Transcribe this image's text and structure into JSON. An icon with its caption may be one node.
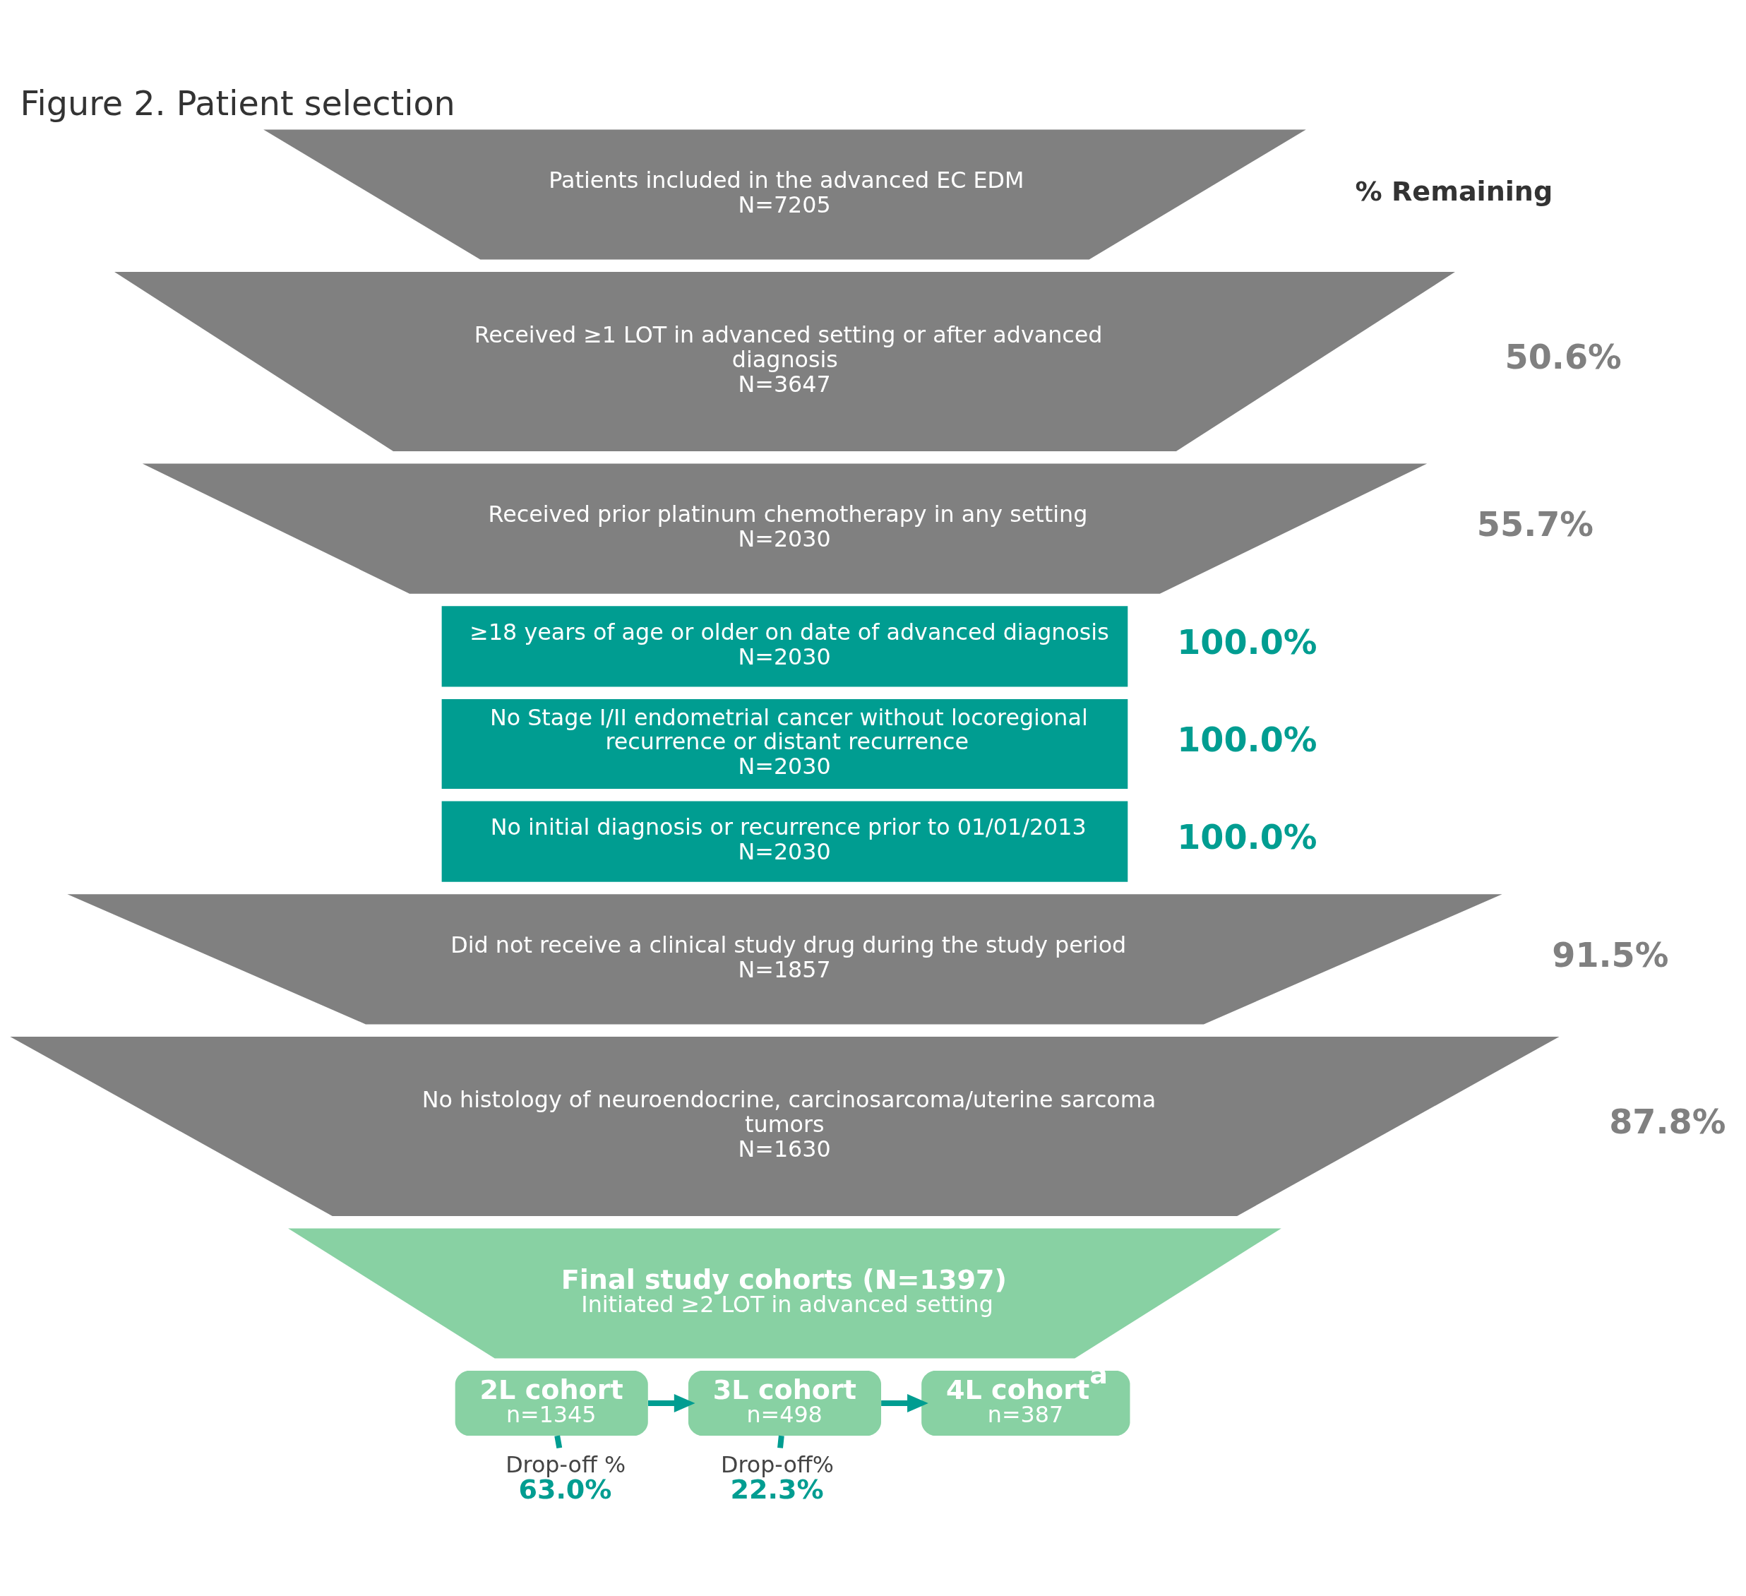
{
  "diagram": {
    "title": "Figure 2. Patient selection",
    "nodes": [
      {
        "text": [
          "Patients included in the advanced EC EDM",
          "N=7205"
        ]
      },
      {
        "text": [
          "Received ≥1 LOT in advanced setting or after advanced diagnosis",
          "N=3647"
        ],
        "beside": [
          "50.6%"
        ]
      },
      {
        "text": [
          "Received prior platinum chemotherapy in any setting",
          "N=2030"
        ],
        "beside": [
          "55.7%"
        ]
      },
      {
        "text": [
          "≥18 years of age or older on date of advanced diagnosis",
          "N=2030"
        ],
        "beside": [
          "100.0%"
        ]
      },
      {
        "text": [
          "No Stage I/II endometrial cancer without locoregional recurrence or distant recurrence",
          "N=2030"
        ],
        "beside": [
          "100.0%"
        ]
      },
      {
        "text": [
          "No initial diagnosis or recurrence prior to 01/01/2013",
          "N=2030"
        ],
        "beside": [
          "100.0%"
        ]
      },
      {
        "text": [
          "Did not receive a clinical study drug during the study period",
          "N=1857"
        ],
        "beside": [
          "91.5%"
        ]
      },
      {
        "text": [
          "No histology of neuroendocrine, carcinosarcoma/uterine sarcoma tumors",
          "N=1630"
        ],
        "beside": [
          "87.8%"
        ]
      },
      {
        "text": [
          "Final study cohorts (N=1397)",
          "Initiated ≥2 LOT in advanced setting"
        ]
      },
      {
        "text": [
          "2L cohort",
          "n=1345"
        ]
      },
      {
        "text": [
          "3L cohort",
          "n=498"
        ]
      },
      {
        "text": [
          "4L cohort$^{a}$",
          "n=387"
        ]
      },
      {
        "text": [
          "Drop-off %",
          "63.0%"
        ]
      },
      {
        "text": [
          "Drop-off%",
          "22.3%"
        ]
      }
    ],
    "edges": [
      {
        "from": 9,
        "to": 10,
        "arrow": "to"
      },
      {
        "from": 9,
        "to": 12,
        "arrow": "none"
      },
      {
        "from": 10,
        "to": 11,
        "arrow": "to"
      },
      {
        "from": 10,
        "to": 13,
        "arrow": "none"
      }
    ],
    "labels": [
      "% Remaining"
    ]
  }
}
